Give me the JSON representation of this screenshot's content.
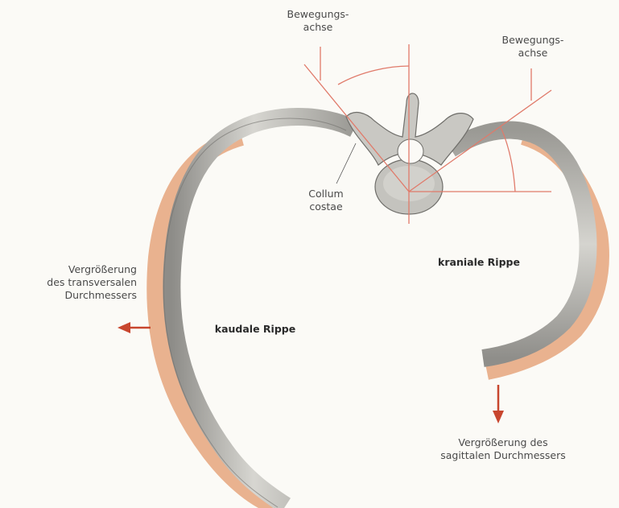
{
  "labels": {
    "axis_left_line1": "Bewegungs-",
    "axis_left_line2": "achse",
    "axis_right_line1": "Bewegungs-",
    "axis_right_line2": "achse",
    "collum_line1": "Collum",
    "collum_line2": "costae",
    "transversal_line1": "Vergrößerung",
    "transversal_line2": "des transversalen",
    "transversal_line3": "Durchmessers",
    "kaudale": "kaudale Rippe",
    "kraniale": "kraniale Rippe",
    "sagittal_line1": "Vergrößerung des",
    "sagittal_line2": "sagittalen Durchmessers"
  },
  "colors": {
    "background": "#fbfaf6",
    "axis_line": "#e07a6a",
    "arrow": "#c8462e",
    "rib_bone": "#b9b8b4",
    "rib_cartilage_shadow": "#e8b08e",
    "vertebra": "#c9c8c3"
  }
}
